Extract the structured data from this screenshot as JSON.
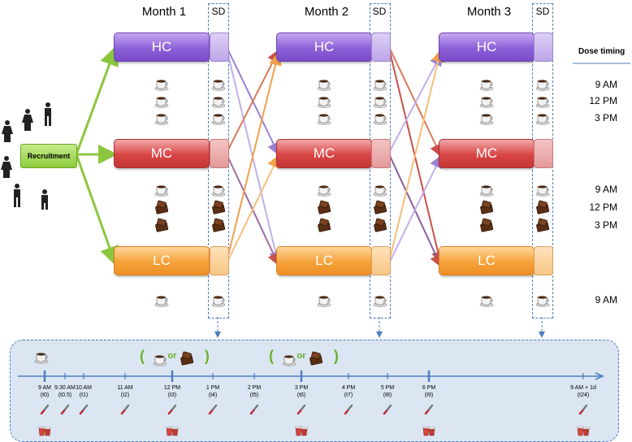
{
  "months": [
    {
      "label": "Month 1",
      "sd": "SD"
    },
    {
      "label": "Month 2",
      "sd": "SD"
    },
    {
      "label": "Month 3",
      "sd": "SD"
    }
  ],
  "arms": {
    "hc": "HC",
    "mc": "MC",
    "lc": "LC"
  },
  "recruitment_label": "Recruitment",
  "dose_timing": {
    "title": "Dose timing",
    "hc_times": [
      "9 AM",
      "12 PM",
      "3 PM"
    ],
    "mc_times": [
      "9 AM",
      "12 PM",
      "3 PM"
    ],
    "lc_times": [
      "9 AM"
    ]
  },
  "timeline": {
    "or_text": "or",
    "ticks": [
      {
        "time": "9 AM",
        "code": "(t0)"
      },
      {
        "time": "9.30 AM",
        "code": "(t0.5)"
      },
      {
        "time": "10 AM",
        "code": "(t1)"
      },
      {
        "time": "11 AM",
        "code": "(t2)"
      },
      {
        "time": "12 PM",
        "code": "(t3)"
      },
      {
        "time": "1 PM",
        "code": "(t4)"
      },
      {
        "time": "2 PM",
        "code": "(t5)"
      },
      {
        "time": "3 PM",
        "code": "(t6)"
      },
      {
        "time": "4 PM",
        "code": "(t7)"
      },
      {
        "time": "5 PM",
        "code": "(t8)"
      },
      {
        "time": "6 PM",
        "code": "(t9)"
      },
      {
        "time": "9 AM + 1d",
        "code": "(t24)"
      }
    ]
  }
}
